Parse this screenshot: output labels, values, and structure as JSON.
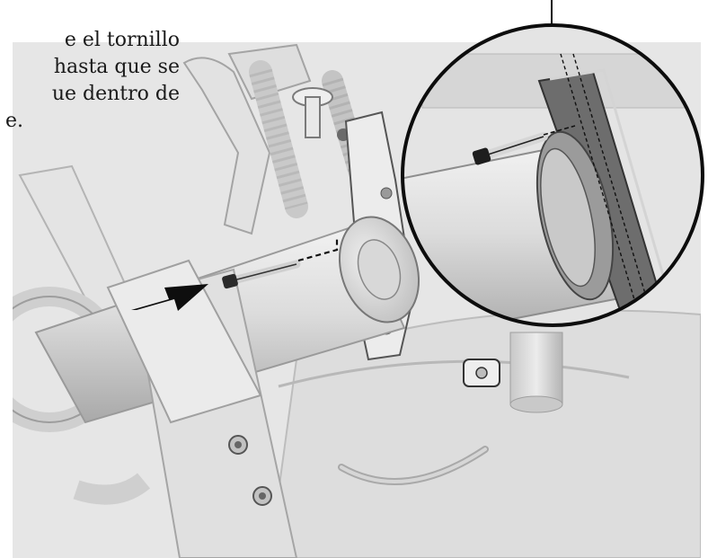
{
  "instruction": {
    "lines": [
      "e el tornillo",
      "hasta que se",
      "ue dentro de",
      "e."
    ]
  },
  "icons": {
    "arrow": "push-direction-arrow-icon",
    "bolt": "hex-socket-bolt-icon",
    "zoom": "magnifier-callout-icon"
  },
  "colors": {
    "background": "#ffffff",
    "panel": "#e4e4e4",
    "metal": "#d9d9d9",
    "shadow": "#9a9a9a",
    "outline": "#1a1a1a",
    "arrow": "#111111"
  }
}
